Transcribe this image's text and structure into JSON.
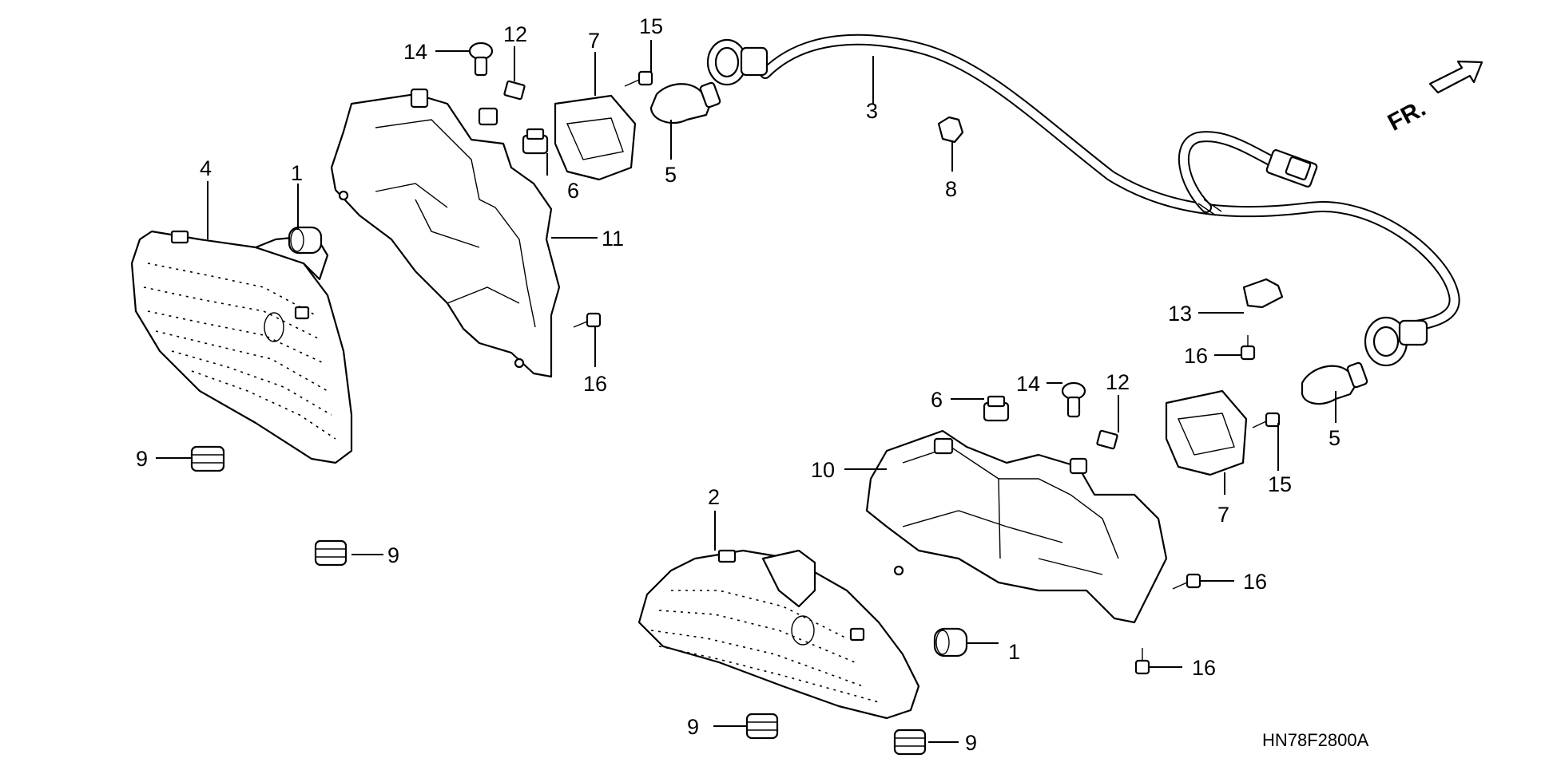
{
  "callouts": [
    {
      "n": "1"
    },
    {
      "n": "1"
    },
    {
      "n": "2"
    },
    {
      "n": "3"
    },
    {
      "n": "4"
    },
    {
      "n": "5"
    },
    {
      "n": "5"
    },
    {
      "n": "6"
    },
    {
      "n": "6"
    },
    {
      "n": "7"
    },
    {
      "n": "7"
    },
    {
      "n": "8"
    },
    {
      "n": "9"
    },
    {
      "n": "9"
    },
    {
      "n": "9"
    },
    {
      "n": "9"
    },
    {
      "n": "10"
    },
    {
      "n": "11"
    },
    {
      "n": "12"
    },
    {
      "n": "12"
    },
    {
      "n": "13"
    },
    {
      "n": "14"
    },
    {
      "n": "14"
    },
    {
      "n": "15"
    },
    {
      "n": "15"
    },
    {
      "n": "16"
    },
    {
      "n": "16"
    },
    {
      "n": "16"
    },
    {
      "n": "16"
    }
  ],
  "direction_label": "FR.",
  "diagram_code": "HN78F2800A"
}
